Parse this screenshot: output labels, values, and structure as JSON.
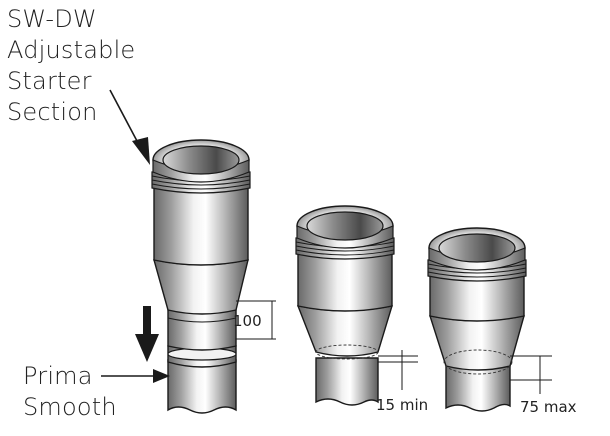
{
  "title_label": {
    "lines": [
      "SW-DW",
      "Adjustable",
      "Starter",
      "Section"
    ]
  },
  "bottom_label": {
    "lines": [
      "Prima",
      "Smooth"
    ]
  },
  "dimensions": {
    "section_overlap": "100",
    "min_insertion": "15 min",
    "max_insertion": "75 max"
  },
  "colors": {
    "outline": "#1a1a1a",
    "metal_dark": "#6e6e6e",
    "metal_light": "#f4f4f4",
    "inner_dark": "#5a5a5a"
  }
}
